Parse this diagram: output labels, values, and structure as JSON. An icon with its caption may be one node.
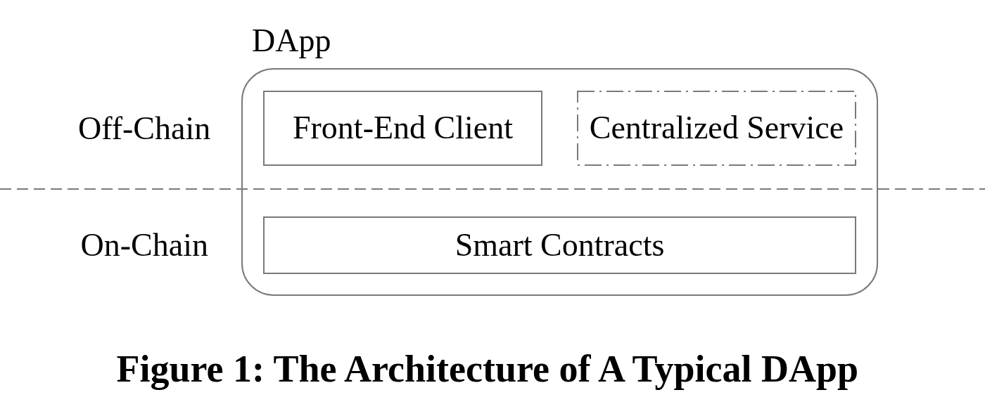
{
  "diagram": {
    "caption": "Figure 1: The Architecture of A Typical DApp",
    "nodes": [
      {
        "text": [
          "DApp"
        ]
      },
      {
        "text": [
          "Front-End Client"
        ],
        "in": 0
      },
      {
        "text": [
          "Centralized Service"
        ],
        "in": 0
      },
      {
        "text": [
          "Smart Contracts"
        ],
        "in": 0
      }
    ],
    "labels": [
      "Off-Chain",
      "On-Chain"
    ]
  }
}
